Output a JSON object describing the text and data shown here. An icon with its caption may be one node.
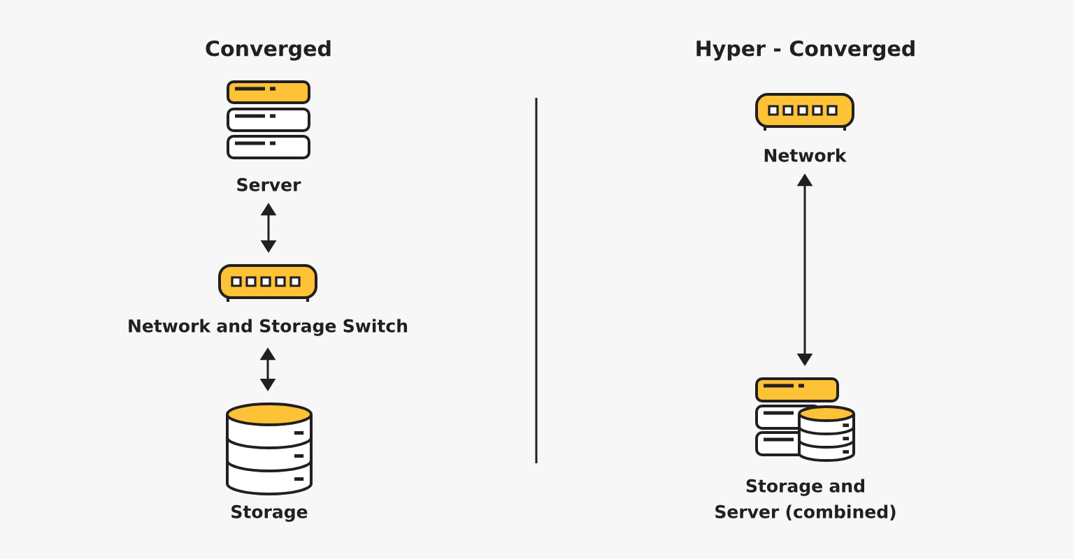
{
  "diagram": {
    "nodes": [
      {
        "text": [
          "Server"
        ]
      },
      {
        "text": [
          "Network and Storage Switch"
        ]
      },
      {
        "text": [
          "Storage"
        ]
      },
      {
        "text": [
          "Network"
        ]
      },
      {
        "text": [
          "Storage and Server (combined)"
        ]
      }
    ],
    "edges": [
      {
        "from": 0,
        "to": 1,
        "arrow": "both"
      },
      {
        "from": 1,
        "to": 2,
        "arrow": "both"
      },
      {
        "from": 3,
        "to": 4,
        "arrow": "both"
      }
    ],
    "labels": [
      "Converged",
      "Hyper - Converged"
    ]
  }
}
